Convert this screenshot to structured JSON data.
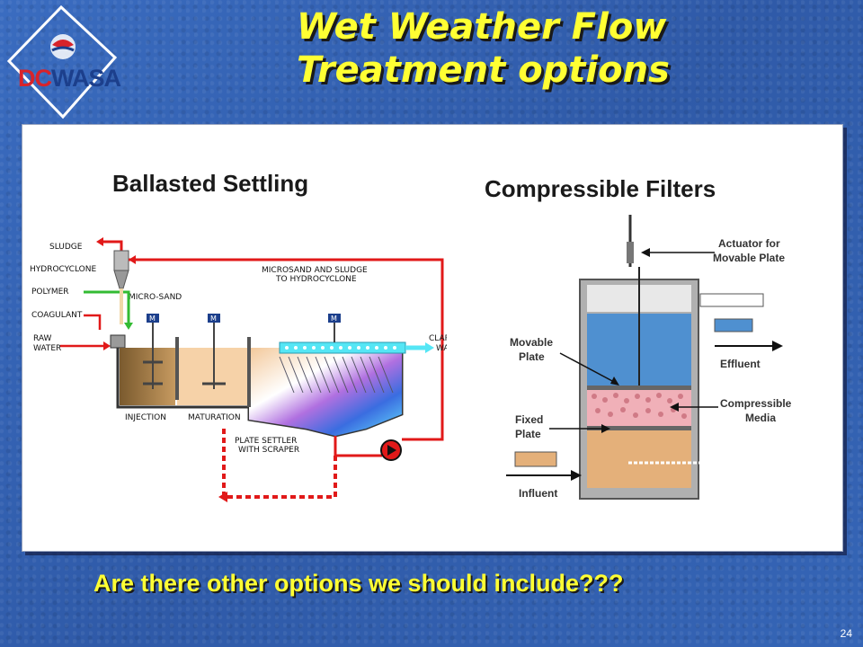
{
  "logo": {
    "dc": "DC",
    "wasa": "WASA"
  },
  "slide": {
    "title_line1": "Wet Weather Flow",
    "title_line2": "Treatment options",
    "question": "Are there other options we should include???",
    "page_number": "24"
  },
  "ballasted": {
    "heading": "Ballasted Settling",
    "labels": {
      "sludge": "SLUDGE",
      "hydrocyclone": "HYDROCYCLONE",
      "polymer": "POLYMER",
      "coagulant": "COAGULANT",
      "raw_water_1": "RAW",
      "raw_water_2": "WATER",
      "micro_sand": "MICRO-SAND",
      "microsand_sludge_1": "MICROSAND AND SLUDGE",
      "microsand_sludge_2": "TO HYDROCYCLONE",
      "clarified_1": "CLARIFIED",
      "clarified_2": "WATER",
      "injection": "INJECTION",
      "maturation": "MATURATION",
      "plate_settler_1": "PLATE SETTLER",
      "plate_settler_2": "WITH SCRAPER",
      "motor": "M"
    }
  },
  "compressible": {
    "heading": "Compressible Filters",
    "labels": {
      "actuator_1": "Actuator for",
      "actuator_2": "Movable Plate",
      "movable_1": "Movable",
      "movable_2": "Plate",
      "effluent": "Effluent",
      "compressible_1": "Compressible",
      "compressible_2": "Media",
      "fixed_1": "Fixed",
      "fixed_2": "Plate",
      "influent": "Influent"
    }
  },
  "colors": {
    "title": "#ffff33",
    "background": "#3462b0",
    "flow_red": "#e11919",
    "polymer_green": "#33bb33",
    "water_blue": "#4f90d0",
    "media_pink": "#f0b0b8"
  }
}
